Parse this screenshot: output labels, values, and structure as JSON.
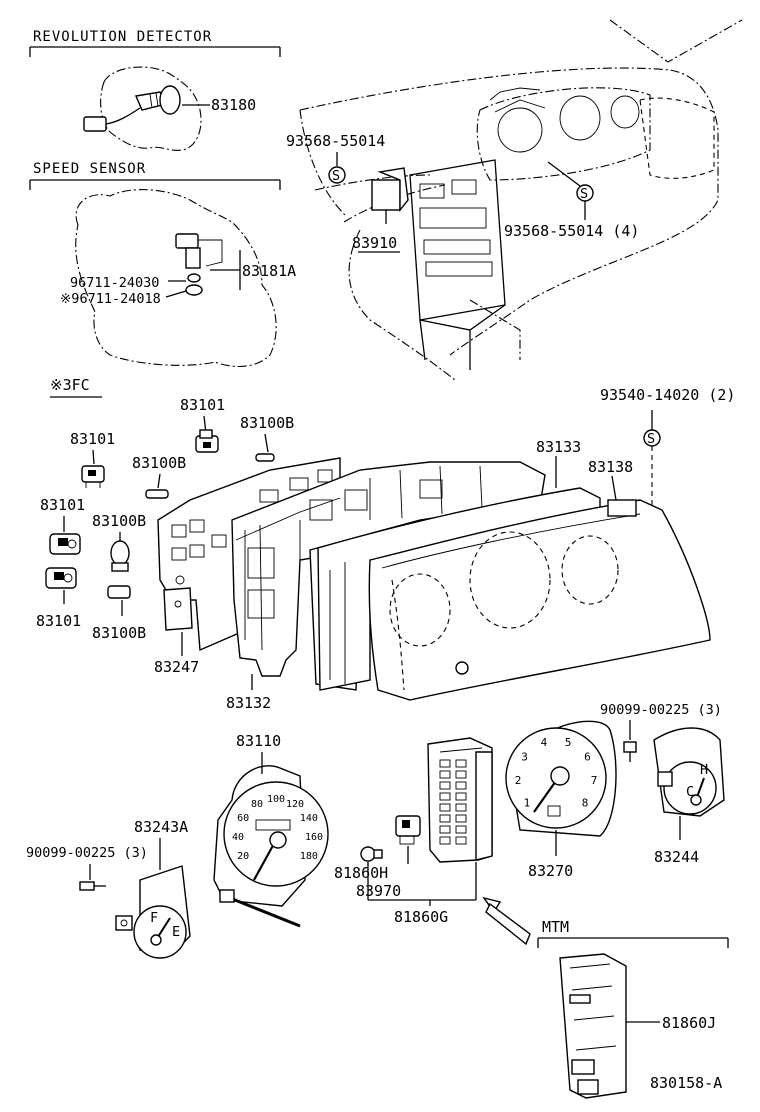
{
  "sections": {
    "revolution_detector": "REVOLUTION  DETECTOR",
    "speed_sensor": "SPEED  SENSOR",
    "note_3fc": "※3FC",
    "mtm": "MTM"
  },
  "parts": {
    "p83180": "83180",
    "p83181a": "83181A",
    "p96711_24030": "96711-24030",
    "p96711_24018": "※96711-24018",
    "p93568_top": "93568-55014",
    "p83910": "83910",
    "p93568_4": "93568-55014 (4)",
    "p93540": "93540-14020 (2)",
    "p83101_a": "83101",
    "p83101_b": "83101",
    "p83101_c": "83101",
    "p83101_d": "83101",
    "p83100b_a": "83100B",
    "p83100b_b": "83100B",
    "p83100b_c": "83100B",
    "p83100b_d": "83100B",
    "p83133": "83133",
    "p83138": "83138",
    "p83247": "83247",
    "p83132": "83132",
    "p83110": "83110",
    "p83243a": "83243A",
    "p90099_left": "90099-00225 (3)",
    "p90099_right": "90099-00225 (3)",
    "p81860h": "81860H",
    "p83970": "83970",
    "p81860g": "81860G",
    "p83270": "83270",
    "p83244": "83244",
    "p81860j": "81860J",
    "s_mark": "S"
  },
  "gauges": {
    "speedo_ticks": [
      "20",
      "40",
      "60",
      "80",
      "100",
      "120",
      "140",
      "160",
      "180"
    ],
    "tacho_ticks": [
      "1",
      "2",
      "3",
      "4",
      "5",
      "6",
      "7",
      "8"
    ],
    "fuel_f": "F",
    "fuel_e": "E",
    "temp_h": "H",
    "temp_c": "C"
  },
  "figure_id": "830158-A"
}
